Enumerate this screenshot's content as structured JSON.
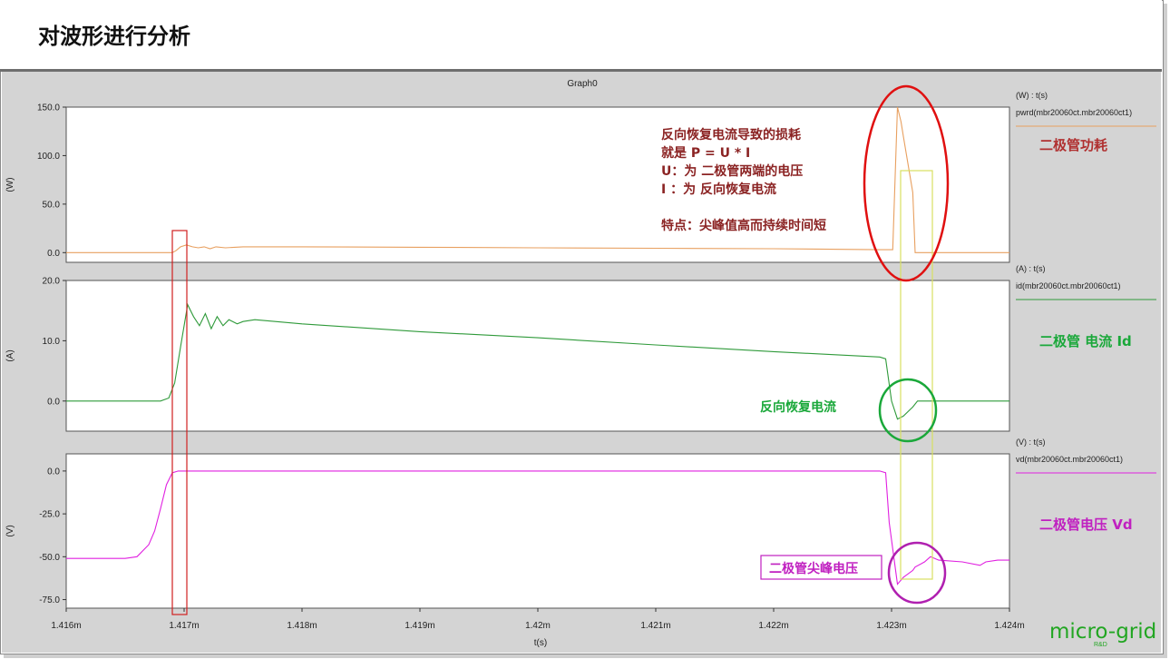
{
  "page": {
    "title": "对波形进行分析"
  },
  "graph_title": "Graph0",
  "x_axis": {
    "label": "t(s)"
  },
  "annotations": {
    "power_note": [
      "反向恢复电流导致的损耗",
      "就是        P = U * I",
      "U：为 二极管两端的电压",
      "I ：为 反向恢复电流",
      "",
      "特点：尖峰值高而持续时间短"
    ],
    "power_label": "二极管功耗",
    "current_label": "二极管 电流 Id",
    "current_note": "反向恢复电流",
    "voltage_label": "二极管电压 Vd",
    "voltage_note": "二极管尖峰电压"
  },
  "brand": {
    "name": "micro-grid",
    "sub": "R&D"
  },
  "colors": {
    "power": "#e8a060",
    "current": "#2f9a3a",
    "voltage": "#e020e0",
    "note_text": "#8b2323",
    "label_power": "#b03030",
    "label_current": "#1aa83a",
    "label_voltage": "#c020c0"
  },
  "chart_data": [
    {
      "type": "line",
      "title": "",
      "ylabel": "(W)",
      "legend": [
        "(W) : t(s)",
        "pwrd(mbr20060ct.mbr20060ct1)"
      ],
      "xlim": [
        1.416,
        1.424
      ],
      "ylim": [
        -10,
        150
      ],
      "yticks": [
        0,
        50,
        100,
        150
      ],
      "ytick_labels": [
        "0.0",
        "50.0",
        "100.0",
        "150.0"
      ],
      "series": [
        {
          "x": [
            1.416,
            1.4169,
            1.41693,
            1.41697,
            1.41702,
            1.41707,
            1.41712,
            1.41717,
            1.41722,
            1.41727,
            1.41735,
            1.4175,
            1.418,
            1.419,
            1.42,
            1.421,
            1.422,
            1.4229,
            1.42301,
            1.42305,
            1.42308,
            1.4231,
            1.42318,
            1.4232,
            1.424
          ],
          "y": [
            0,
            0,
            2,
            6,
            8,
            6,
            5,
            6,
            4,
            6,
            5,
            6,
            6,
            5.5,
            5,
            4.5,
            4,
            3,
            3,
            150,
            135,
            120,
            62,
            0,
            0
          ]
        }
      ]
    },
    {
      "type": "line",
      "title": "",
      "ylabel": "(A)",
      "legend": [
        "(A) : t(s)",
        "id(mbr20060ct.mbr20060ct1)"
      ],
      "xlim": [
        1.416,
        1.424
      ],
      "ylim": [
        -5,
        20
      ],
      "yticks": [
        0,
        10,
        20
      ],
      "ytick_labels": [
        "0.0",
        "10.0",
        "20.0"
      ],
      "series": [
        {
          "x": [
            1.416,
            1.4168,
            1.41687,
            1.41692,
            1.41697,
            1.41703,
            1.41708,
            1.41713,
            1.41718,
            1.41723,
            1.41728,
            1.41733,
            1.41738,
            1.41745,
            1.4175,
            1.4176,
            1.418,
            1.419,
            1.42,
            1.421,
            1.422,
            1.4229,
            1.42295,
            1.423,
            1.42305,
            1.4231,
            1.42318,
            1.42322,
            1.4233,
            1.424
          ],
          "y": [
            0,
            0,
            0.5,
            3,
            9,
            16,
            14,
            12.5,
            14.5,
            12,
            14,
            12.5,
            13.5,
            12.8,
            13.2,
            13.5,
            12.8,
            11.5,
            10.5,
            9.3,
            8.2,
            7.3,
            7,
            0,
            -3,
            -2.5,
            -1,
            0,
            0,
            0
          ]
        }
      ]
    },
    {
      "type": "line",
      "title": "",
      "ylabel": "(V)",
      "legend": [
        "(V) : t(s)",
        "vd(mbr20060ct.mbr20060ct1)"
      ],
      "xlim": [
        1.416,
        1.424
      ],
      "ylim": [
        -80,
        10
      ],
      "yticks": [
        0,
        -25,
        -50,
        -75
      ],
      "ytick_labels": [
        "0.0",
        "-25.0",
        "-50.0",
        "-75.0"
      ],
      "series": [
        {
          "x": [
            1.416,
            1.4165,
            1.4166,
            1.4167,
            1.41675,
            1.4168,
            1.41685,
            1.4169,
            1.41695,
            1.4171,
            1.418,
            1.419,
            1.42,
            1.421,
            1.422,
            1.4229,
            1.42295,
            1.42298,
            1.42305,
            1.4231,
            1.42318,
            1.4232,
            1.42328,
            1.42333,
            1.4234,
            1.4236,
            1.42375,
            1.4238,
            1.4239,
            1.424
          ],
          "y": [
            -51,
            -51,
            -50,
            -43,
            -35,
            -22,
            -8,
            -1,
            0,
            0,
            0,
            0,
            0,
            0,
            0,
            0,
            -1,
            -30,
            -66,
            -62,
            -58,
            -56,
            -53,
            -50,
            -52,
            -53,
            -55,
            -53,
            -52,
            -52
          ]
        }
      ]
    }
  ],
  "x_ticks": [
    1.416,
    1.417,
    1.418,
    1.419,
    1.42,
    1.421,
    1.422,
    1.423,
    1.424
  ],
  "x_tick_labels": [
    "1.416m",
    "1.417m",
    "1.418m",
    "1.419m",
    "1.42m",
    "1.421m",
    "1.422m",
    "1.423m",
    "1.424m"
  ]
}
